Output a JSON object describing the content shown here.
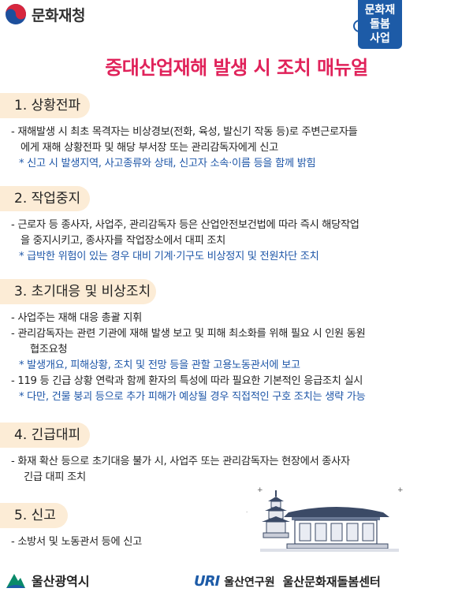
{
  "header": {
    "org_name": "문화재청",
    "care_logo_lines": [
      "문화재",
      "돌봄",
      "사업"
    ]
  },
  "title": "중대산업재해 발생 시 조치 매뉴얼",
  "sections": [
    {
      "heading": "1. 상황전파",
      "lines": [
        "- 재해발생 시 최초 목격자는 비상경보(전화, 육성, 발신기 작동 등)로 주변근로자들",
        "에게 재해 상황전파 및 해당 부서장 또는 관리감독자에게 신고"
      ],
      "notes": [
        "* 신고 시 발생지역, 사고종류와 상태, 신고자 소속·이름 등을 함께 밝힘"
      ]
    },
    {
      "heading": "2. 작업중지",
      "lines": [
        "- 근로자 등 종사자, 사업주, 관리감독자 등은 산업안전보건법에 따라 즉시 해당작업",
        "을 중지시키고, 종사자를 작업장소에서 대피 조치"
      ],
      "notes": [
        "* 급박한 위험이 있는 경우 대비 기계·기구도 비상정지 및 전원차단 조치"
      ]
    },
    {
      "heading": "3. 초기대응 및 비상조치",
      "lines": [
        "- 사업주는 재해 대응 총괄 지휘",
        "- 관리감독자는 관련 기관에 재해 발생 보고 및 피해 최소화를 위해 필요 시 인원 동원",
        "협조요청",
        "* 발생개요, 피해상황, 조치 및 전망 등을 관할 고용노동관서에 보고",
        "- 119 등 긴급 상황 연락과 함께 환자의 특성에 따라 필요한 기본적인 응급조치 실시",
        "* 다만, 건물 붕괴 등으로 추가 피해가 예상될 경우 직접적인 구호 조치는 생략 가능"
      ]
    },
    {
      "heading": "4. 긴급대피",
      "lines": [
        "-  화재 확산 등으로 초기대응 불가 시, 사업주 또는 관리감독자는 현장에서 종사자",
        "긴급 대피 조치"
      ]
    },
    {
      "heading": "5. 신고",
      "lines": [
        "- 소방서 및 노동관서 등에 신고"
      ]
    }
  ],
  "footer": {
    "city": "울산광역시",
    "uri_logo": "URI",
    "institute": "울산연구원",
    "center": "울산문화재돌봄센터"
  },
  "colors": {
    "title": "#e0225a",
    "note": "#1f57a8",
    "section_bg": "#fcecd6",
    "care_logo_bg": "#1d5ba7"
  }
}
